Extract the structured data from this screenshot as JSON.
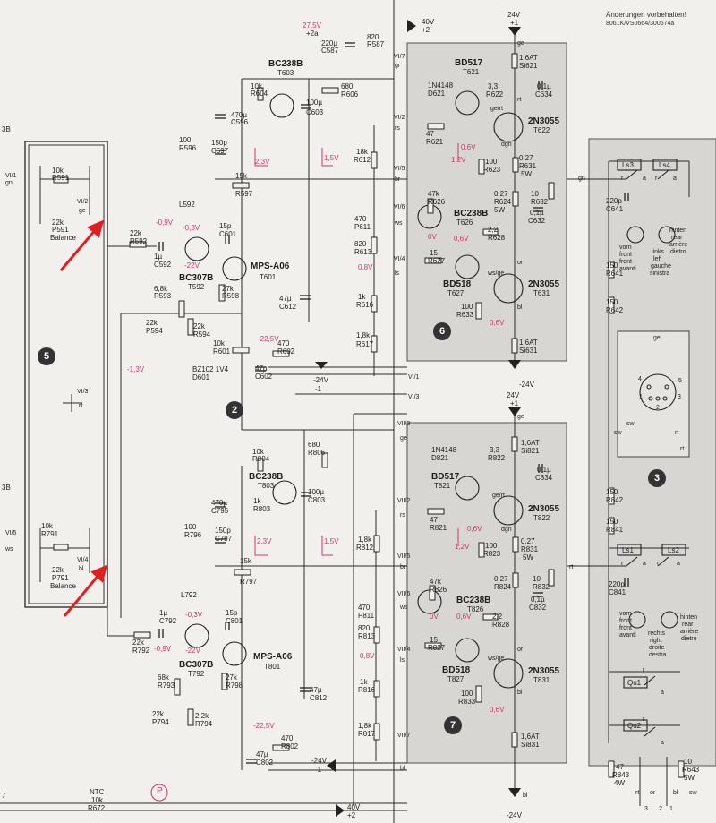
{
  "note": {
    "line1": "Änderungen vorbehalten!",
    "line2": "8061K/VS0664/300574a"
  },
  "supply": {
    "v24_top": "24V",
    "v24_top_pin": "+1",
    "v40_top": "40V",
    "v40_top_pin": "+2",
    "v275": "27,5V",
    "v275_pin": "+2a",
    "neg24_mid": "-24V",
    "v24_mid": "24V",
    "v24_mid_pin": "+1",
    "neg24_left": "-24V",
    "neg24_left_pin": "-1",
    "neg24_bottom": "-24V",
    "neg24_ch1": "-24V",
    "neg24_ch1_pin": "-1",
    "v40_bottom": "40V",
    "v40_bottom_pin": "+2"
  },
  "modules": {
    "m5": "5",
    "m2": "2",
    "m6": "6",
    "m7": "7",
    "m3": "3"
  },
  "components": {
    "r587": [
      "820",
      "R587"
    ],
    "c587": [
      "220µ",
      "C587"
    ],
    "t603": [
      "BC238B",
      "T603"
    ],
    "r604": [
      "10k",
      "R604"
    ],
    "c603": [
      "100µ",
      "C603"
    ],
    "r606": [
      "680",
      "R606"
    ],
    "c596": [
      "470µ",
      "C596"
    ],
    "r596": [
      "100",
      "R596"
    ],
    "c597": [
      "150p",
      "C597"
    ],
    "r597": [
      "15k",
      "R597"
    ],
    "l592": "L592",
    "r612": [
      "18k",
      "R612"
    ],
    "r591": [
      "10k",
      "R591"
    ],
    "p591": [
      "22k",
      "P591",
      "Balance"
    ],
    "r592": [
      "22k",
      "R592"
    ],
    "c592": [
      "1µ",
      "C592"
    ],
    "t592": [
      "BC307B",
      "T592"
    ],
    "c601": [
      "15p",
      "C601"
    ],
    "t601": [
      "MPS-A06",
      "T601"
    ],
    "r598": [
      "27k",
      "R598"
    ],
    "r593": [
      "6,8k",
      "R593"
    ],
    "p594": [
      "22k",
      "P594"
    ],
    "r594": [
      "22k",
      "R594"
    ],
    "c612": [
      "47µ",
      "C612"
    ],
    "p611": [
      "470",
      "P611"
    ],
    "r613": [
      "820",
      "R613"
    ],
    "r616": [
      "1k",
      "R616"
    ],
    "r617": [
      "1,8k",
      "R617"
    ],
    "r601": [
      "10k",
      "R601"
    ],
    "r602": [
      "470",
      "R602"
    ],
    "d601": [
      "BZ102 1V4",
      "D601"
    ],
    "c602": [
      "47µ",
      "C602"
    ],
    "t621": [
      "BD517",
      "T621"
    ],
    "si621": [
      "1,6AT",
      "Si621"
    ],
    "d621": [
      "1N4148",
      "D621"
    ],
    "r622": [
      "3,3",
      "R622"
    ],
    "c634": [
      "0,1µ",
      "C634"
    ],
    "t622": [
      "2N3055",
      "T622"
    ],
    "r621": [
      "47",
      "R621"
    ],
    "r623": [
      "100",
      "R623"
    ],
    "r631": [
      "0,27",
      "R631",
      "5W"
    ],
    "r624": [
      "0,27",
      "R624",
      "5W"
    ],
    "r632": [
      "10",
      "R632"
    ],
    "c632": [
      "0,1µ",
      "C632"
    ],
    "r626": [
      "47k",
      "R626"
    ],
    "t626": [
      "BC238B",
      "T626"
    ],
    "r628": [
      "2,2",
      "R628"
    ],
    "r627": [
      "15",
      "R627"
    ],
    "t627": [
      "BD518",
      "T627"
    ],
    "t631": [
      "2N3055",
      "T631"
    ],
    "r633": [
      "100",
      "R633"
    ],
    "si631": [
      "1,6AT",
      "Si631"
    ],
    "c641": [
      "220p",
      "C641"
    ],
    "r641": [
      "150",
      "R641"
    ],
    "r642": [
      "150",
      "R642"
    ],
    "r804": [
      "10k",
      "R804"
    ],
    "r806": [
      "680",
      "R806"
    ],
    "t803": [
      "BC238B",
      "T803"
    ],
    "r803": [
      "1k",
      "R803"
    ],
    "c803": [
      "100µ",
      "C803"
    ],
    "c795": [
      "470µ",
      "C795"
    ],
    "r796": [
      "100",
      "R796"
    ],
    "c797": [
      "150p",
      "C797"
    ],
    "r797": [
      "15k",
      "R797"
    ],
    "l792": "L792",
    "r812": [
      "1,8k",
      "R812"
    ],
    "r791": [
      "10k",
      "R791"
    ],
    "p791": [
      "22k",
      "P791",
      "Balance"
    ],
    "c792": [
      "1µ",
      "C792"
    ],
    "r792": [
      "22k",
      "R792"
    ],
    "t792": [
      "BC307B",
      "T792"
    ],
    "c801": [
      "15p",
      "C801"
    ],
    "t801": [
      "MPS-A06",
      "T801"
    ],
    "r798": [
      "27k",
      "R798"
    ],
    "r793": [
      "68k",
      "R793"
    ],
    "p794": [
      "22k",
      "P794"
    ],
    "r794": [
      "2,2k",
      "R794"
    ],
    "c812": [
      "47µ",
      "C812"
    ],
    "p811": [
      "470",
      "P811"
    ],
    "r813": [
      "820",
      "R813"
    ],
    "r816": [
      "1k",
      "R816"
    ],
    "r817": [
      "1,8k",
      "R817"
    ],
    "r802": [
      "470",
      "R802"
    ],
    "c802": [
      "47µ",
      "C802"
    ],
    "si821": [
      "1,6AT",
      "Si821"
    ],
    "d821": [
      "1N4148",
      "D821"
    ],
    "r822": [
      "3,3",
      "R822"
    ],
    "c834": [
      "0,1µ",
      "C834"
    ],
    "t821": [
      "BD517",
      "T821"
    ],
    "t822": [
      "2N3055",
      "T822"
    ],
    "r821": [
      "47",
      "R821"
    ],
    "r823": [
      "100",
      "R823"
    ],
    "r831": [
      "0,27",
      "R831",
      "5W"
    ],
    "r824": [
      "0,27",
      "R824"
    ],
    "r832": [
      "10",
      "R832"
    ],
    "c832": [
      "0,1µ",
      "C832"
    ],
    "r826": [
      "47k",
      "R826"
    ],
    "t826": [
      "BC238B",
      "T826"
    ],
    "r828": [
      "2,2",
      "R828"
    ],
    "r827": [
      "15",
      "R827"
    ],
    "t827": [
      "BD518",
      "T827"
    ],
    "t831": [
      "2N3055",
      "T831"
    ],
    "r833": [
      "100",
      "R833"
    ],
    "si831": [
      "1,6AT",
      "Si831"
    ],
    "r842": [
      "150",
      "R842"
    ],
    "r841": [
      "150",
      "R841"
    ],
    "c841": [
      "220p",
      "C841"
    ],
    "r843": [
      "47",
      "R843",
      "4W"
    ],
    "r643": [
      "10",
      "R643",
      "5W"
    ],
    "r672": [
      "NTC",
      "10k",
      "R672"
    ]
  },
  "voltages": {
    "v09a": "-0,9V",
    "v03a": "-0,3V",
    "v22a": "-22V",
    "v23a": "2,3V",
    "v15a": "1,5V",
    "v225a": "-22,5V",
    "v13": "-1,3V",
    "v12a": "1,2V",
    "v06a": "0,6V",
    "v06b": "0,6V",
    "v08a": "0,8V",
    "v0a": "0V",
    "v06c": "0,6V",
    "v03b": "-0,3V",
    "v09b": "-0,9V",
    "v22b": "-22V",
    "v23b": "2,3V",
    "v15b": "1,5V",
    "v225b": "-22,5V",
    "v12b": "1,2V",
    "v06d": "0,6V",
    "v06e": "0,6V",
    "v0b": "0V",
    "v08b": "0,8V",
    "v06f": "0,6V"
  },
  "pins": {
    "vi1_gn": [
      "VI/1",
      "gn"
    ],
    "vi2_ge": [
      "VI/2",
      "ge"
    ],
    "vi3_rt": [
      "VI/3",
      "rt"
    ],
    "vi5_ws": [
      "VI/5",
      "ws"
    ],
    "vi4_bl": [
      "VI/4",
      "bl"
    ],
    "vii7_gr": [
      "VI/7",
      "gr"
    ],
    "vii2_rs": [
      "VI/2",
      "rs"
    ],
    "vii5_br": [
      "VI/5",
      "br"
    ],
    "vii6_ws": [
      "VI/6",
      "ws"
    ],
    "vii4_ls": [
      "VI/4",
      "ls"
    ],
    "vii1": "VI/1",
    "vii3": "VI/3",
    "viii3_ge": [
      "VII/3",
      "ge"
    ],
    "viii2_rs": [
      "VII/2",
      "rs"
    ],
    "viii5_br": [
      "VII/5",
      "br"
    ],
    "viii6_ws": [
      "VII/6",
      "ws"
    ],
    "viii4_ls": [
      "VII/4",
      "ls"
    ],
    "viii7_bl": [
      "VII/7",
      "bl"
    ]
  },
  "wires": {
    "ge": "ge",
    "rt": "rt",
    "dgn": "dgn",
    "gelrt": "ge/rt",
    "wsge": "ws/ge",
    "bl": "bl",
    "gn": "gn",
    "rt2": "rt",
    "or": "or",
    "ge2": "ge",
    "sw": "sw",
    "rt3": "rt",
    "gelbrt": "ge/rt",
    "dgn2": "dgn",
    "wsge2": "ws/ge",
    "bl2": "bl",
    "or2": "or",
    "bl3": "bl"
  },
  "switches": {
    "ls3": "Ls3",
    "ls4": "Ls4",
    "ls1": "Ls1",
    "ls2": "Ls2",
    "qu1": "Qu1",
    "qu2": "Qu2",
    "r": "r",
    "a": "a",
    "r2": "r",
    "a2": "a",
    "r3": "r",
    "a3": "a",
    "r4": "r",
    "a4": "a",
    "r5": "r",
    "a5": "a",
    "r6": "r",
    "a6": "a"
  },
  "speakers": {
    "front_avanti": [
      "vorn",
      "front",
      "front",
      "avanti"
    ],
    "rear_dietro": [
      "hinten",
      "rear",
      "arrière",
      "dietro"
    ],
    "left": [
      "links",
      "left",
      "gauche",
      "sinistra"
    ],
    "right": [
      "rechts",
      "right",
      "droite",
      "destra"
    ],
    "front2": [
      "vorn",
      "front",
      "front",
      "avanti"
    ],
    "rear2": [
      "hinten",
      "rear",
      "arrière",
      "dietro"
    ]
  },
  "socket": {
    "p4": "4",
    "p1": "1",
    "p3": "3",
    "p5": "5",
    "p2": "2",
    "ge": "ge",
    "sw": "sw",
    "rt": "rt"
  },
  "bottom": {
    "p7": "7",
    "p_label": "P",
    "rt": "rt",
    "or": "or",
    "n3": "3",
    "n2": "2",
    "n1": "1",
    "bl": "bl",
    "sw": "sw"
  },
  "edge": {
    "top_b": "3B",
    "mid_b": "3B"
  }
}
